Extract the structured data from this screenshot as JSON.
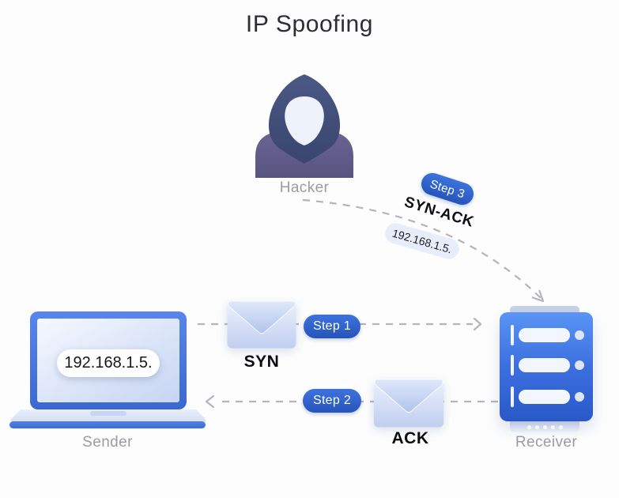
{
  "title": "IP Spoofing",
  "nodes": {
    "hacker": {
      "label": "Hacker",
      "icon": "hooded-hacker-icon"
    },
    "sender": {
      "label": "Sender",
      "icon": "laptop-icon",
      "ip": "192.168.1.5."
    },
    "receiver": {
      "label": "Receiver",
      "icon": "server-icon"
    }
  },
  "flows": {
    "step1": {
      "badge": "Step 1",
      "message": "SYN",
      "direction": "sender-to-receiver",
      "icon": "envelope-icon"
    },
    "step2": {
      "badge": "Step 2",
      "message": "ACK",
      "direction": "receiver-to-sender",
      "icon": "envelope-icon"
    },
    "step3": {
      "badge": "Step 3",
      "message": "SYN-ACK",
      "direction": "hacker-to-receiver",
      "spoofed_ip": "192.168.1.5."
    }
  },
  "colors": {
    "step_badge_blue": "#2e62ca",
    "server_blue": "#3b6fdf",
    "laptop_blue": "#4a79d9",
    "envelope_light_blue": "#cfdcf6",
    "ip_tag_bg": "#e7edfb",
    "label_gray": "#9b9ba2",
    "dashed_line_gray": "#b4b4ba",
    "hood_navy": "#3d4973",
    "body_purple": "#5c5783",
    "background": "#fdfdfd"
  }
}
